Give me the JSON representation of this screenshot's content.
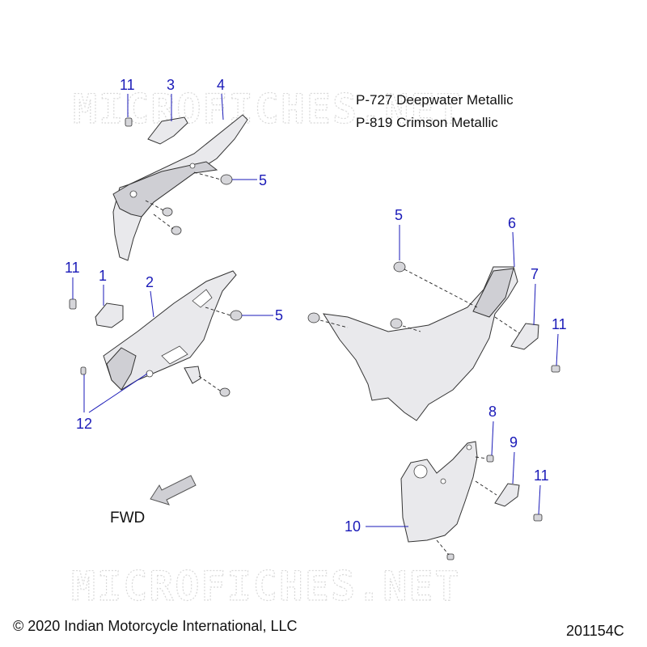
{
  "watermark": "MICROFICHES.NET",
  "paint_codes": [
    "P-727 Deepwater Metallic",
    "P-819 Crimson Metallic"
  ],
  "direction_label": "FWD",
  "copyright": "© 2020 Indian Motorcycle International, LLC",
  "drawing_number": "201154C",
  "callout_color": "#1a1ab8",
  "callouts": {
    "c11a": "11",
    "c3": "3",
    "c4": "4",
    "c5a": "5",
    "c11b": "11",
    "c1": "1",
    "c2": "2",
    "c5b": "5",
    "c12": "12",
    "c5c": "5",
    "c6": "6",
    "c7": "7",
    "c11c": "11",
    "c8": "8",
    "c9": "9",
    "c11d": "11",
    "c10": "10"
  }
}
